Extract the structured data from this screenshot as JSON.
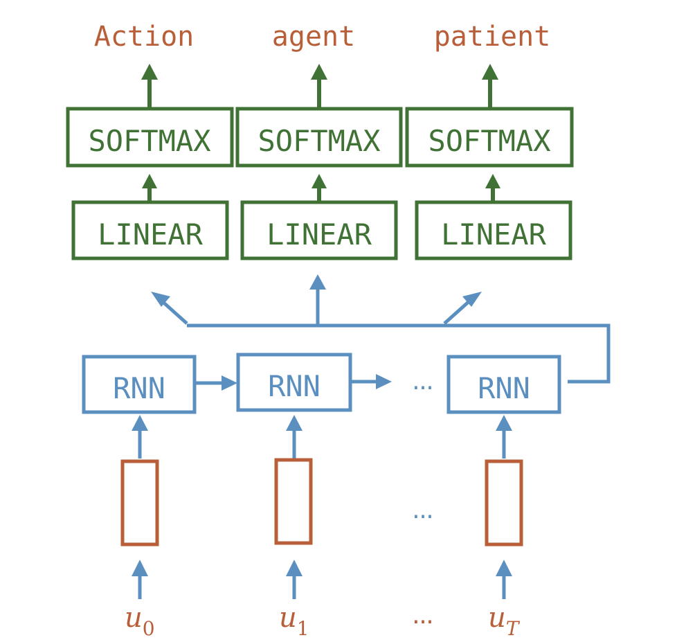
{
  "colors": {
    "green": "#3f7234",
    "blue": "#5b8fc0",
    "orange": "#b85f3a"
  },
  "outputs": [
    "Action",
    "agent",
    "patient"
  ],
  "softmax_label": "SOFTMAX",
  "linear_label": "LINEAR",
  "rnn_label": "RNN",
  "ellipsis": "...",
  "inputs": [
    {
      "base": "u",
      "sub": "0"
    },
    {
      "base": "u",
      "sub": "1"
    },
    {
      "base": "u",
      "sub": "T"
    }
  ]
}
